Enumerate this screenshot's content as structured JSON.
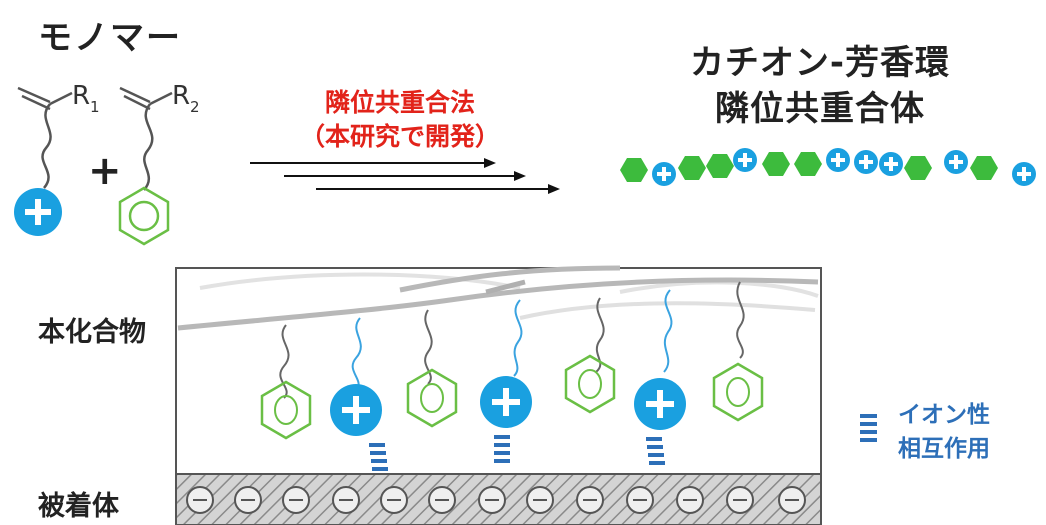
{
  "labels": {
    "monomer": "モノマー",
    "r1": "R",
    "r1_sub": "1",
    "r2": "R",
    "r2_sub": "2",
    "plus": "+",
    "method_line1": "隣位共重合法",
    "method_line2": "（本研究で開発）",
    "product_line1": "カチオン-芳香環",
    "product_line2": "隣位共重合体",
    "compound": "本化合物",
    "adherend": "被着体",
    "interaction_line1": "イオン性",
    "interaction_line2": "相互作用"
  },
  "colors": {
    "cation_blue": "#1aa0e0",
    "aromatic_green": "#6abf45",
    "method_red": "#e2231a",
    "legend_blue": "#2d6fb8",
    "backbone_gray": "#b8b8b8"
  },
  "icons": [
    "cation-icon",
    "benzene-ring-icon",
    "anion-icon",
    "arrow-icon"
  ]
}
